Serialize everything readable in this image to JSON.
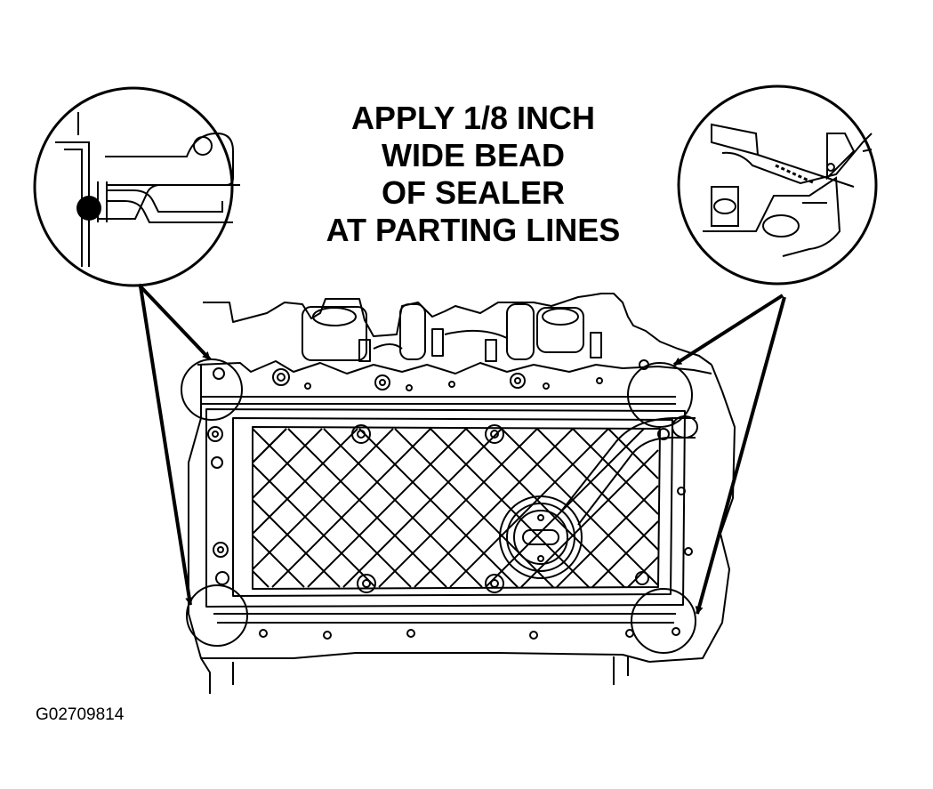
{
  "caption": {
    "lines": [
      "APPLY 1/8 INCH",
      "WIDE BEAD",
      "OF SEALER",
      "AT PARTING LINES"
    ]
  },
  "figure_id": "G02709814"
}
